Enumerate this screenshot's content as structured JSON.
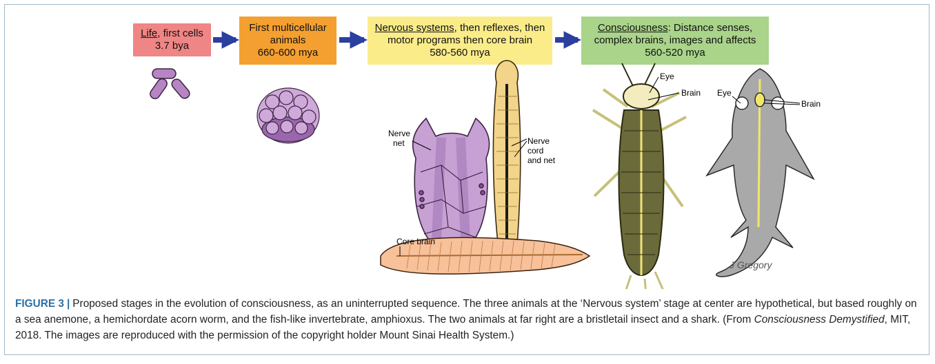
{
  "stages": [
    {
      "title_underlined": "Life",
      "title_rest": ", first cells",
      "date": "3.7 bya",
      "color": "#f08585"
    },
    {
      "line1": "First multicellular",
      "line2": "animals",
      "date": "660-600 mya",
      "color": "#f4a030"
    },
    {
      "title_underlined": "Nervous systems",
      "title_rest": ", then reflexes, then",
      "line2": "motor programs then core brain",
      "date": "580-560 mya",
      "color": "#fbec8a"
    },
    {
      "title_underlined": "Consciousness",
      "title_rest": ": Distance senses,",
      "line2": "complex brains, images and affects",
      "date": "560-520 mya",
      "color": "#a9d48a"
    }
  ],
  "arrow_color": "#2b3f9e",
  "labels": {
    "nerve_net_1": "Nerve",
    "nerve_net_2": "net",
    "nerve_cord_1": "Nerve",
    "nerve_cord_2": "cord",
    "nerve_cord_3": "and net",
    "core_brain": "Core brain",
    "insect_eye": "Eye",
    "insect_brain": "Brain",
    "shark_eye": "Eye",
    "shark_brain": "Brain"
  },
  "signature": "J Gregory",
  "caption": {
    "label": "FIGURE 3",
    "separator": "|",
    "text_1": "Proposed stages in the evolution of consciousness, as an uninterrupted sequence. The three animals at the ‘Nervous system’ stage at center are hypothetical, but based roughly on a sea anemone, a hemichordate acorn worm, and the fish-like invertebrate, amphioxus. The two animals at far right are a bristletail insect and a shark. (From ",
    "book": "Consciousness Demystified",
    "text_2": ", MIT, 2018. The images are reproduced with the permission of the copyright holder Mount Sinai Health System.)"
  }
}
